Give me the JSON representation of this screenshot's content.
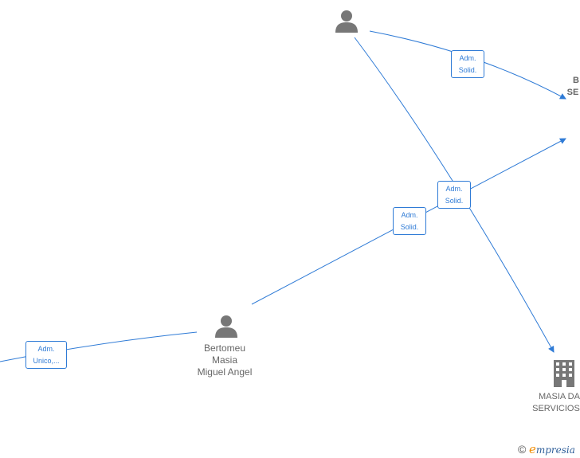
{
  "nodes": {
    "top_person": {
      "name": ""
    },
    "bertomeu": {
      "line1": "Bertomeu",
      "line2": "Masia",
      "line3": "Miguel Angel"
    },
    "company_right_top": {
      "line1": "B",
      "line2": "SE"
    },
    "company_bottom": {
      "line1": "MASIA DA",
      "line2": "SERVICIOS"
    }
  },
  "relations": {
    "r1": {
      "line1": "Adm.",
      "line2": "Solid."
    },
    "r2": {
      "line1": "Adm.",
      "line2": "Solid."
    },
    "r3": {
      "line1": "Adm.",
      "line2": "Solid."
    },
    "r4": {
      "line1": "Adm.",
      "line2": "Unico,..."
    }
  },
  "brand": {
    "copyright": "©",
    "initial": "e",
    "rest": "mpresia"
  },
  "colors": {
    "edge": "#2f7bd6",
    "icon": "#777777",
    "text": "#666666"
  }
}
